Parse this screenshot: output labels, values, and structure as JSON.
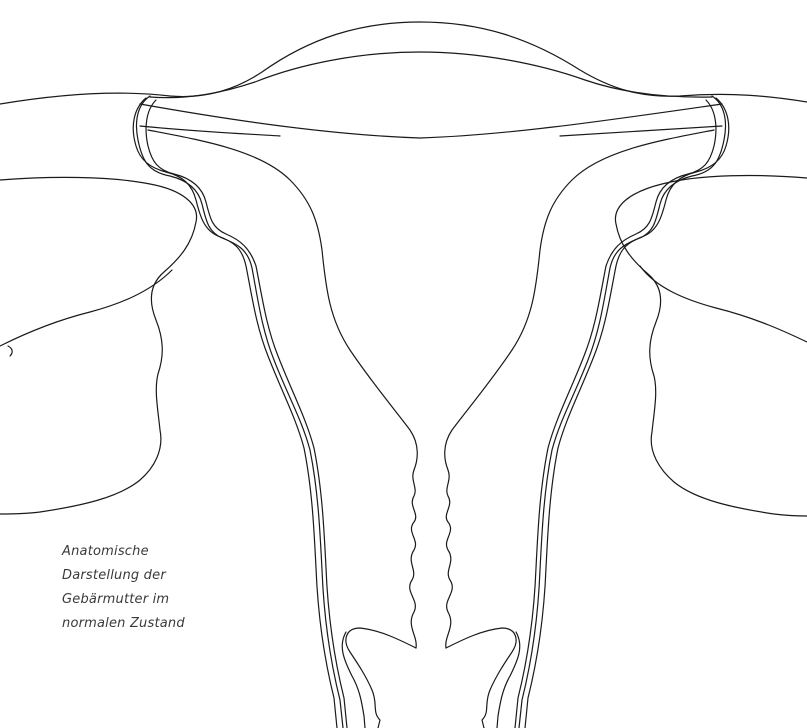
{
  "diagram": {
    "caption_lines": [
      "Anatomische",
      "Darstellung der",
      "Gebärmutter im",
      "normalen Zustand"
    ],
    "line_color": "#1a1a1a",
    "background": "#ffffff"
  }
}
